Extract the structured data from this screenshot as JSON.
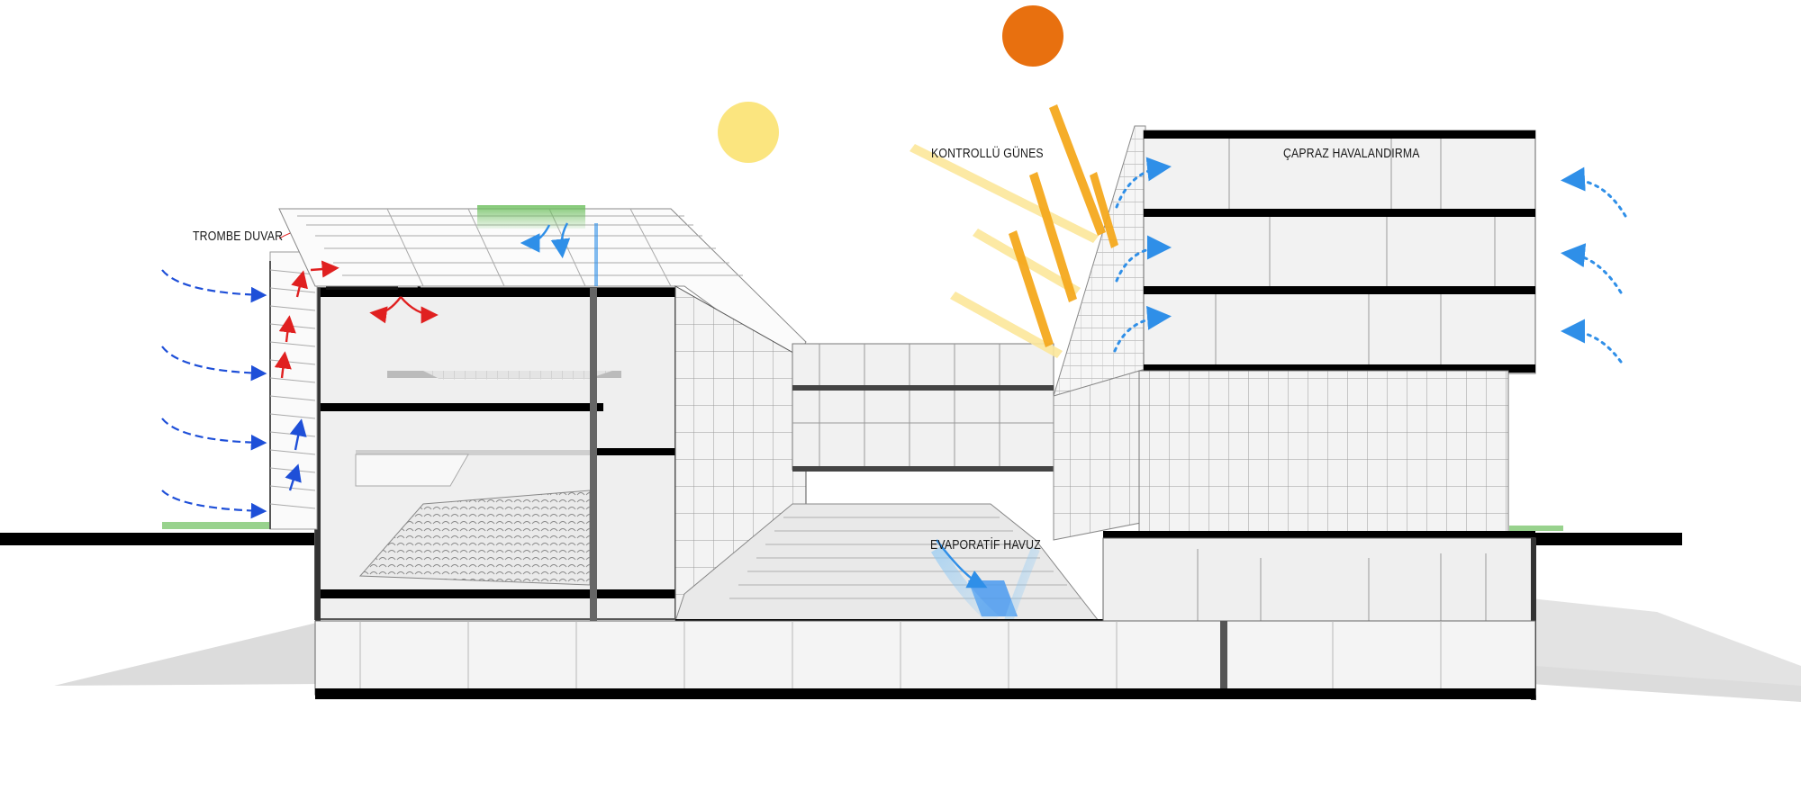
{
  "labels": {
    "trombe": "TROMBE DUVAR",
    "sun_control": "KONTROLLÜ GÜNES",
    "cross_vent": "ÇAPRAZ HAVALANDIRMA",
    "evap_pool": "EVAPORATİF HAVUZ"
  },
  "colors": {
    "sun_high": "#E8700F",
    "sun_low": "#FBE57F",
    "ray_strong": "#F4A91E",
    "ray_soft": "#FCE79A",
    "arrow_cold": "#1E4FD8",
    "arrow_warm": "#E02020",
    "arrow_air": "#2F8FE8",
    "water": "#8CC8F5",
    "green_roof": "#6CBF5C",
    "slab": "#000000",
    "ground_shadow": "#DCDCDC",
    "interior": "#EFEFEF"
  },
  "icons": [
    "sun-icon",
    "sun-ray-icon",
    "wind-arrow-icon",
    "warm-air-arrow-icon",
    "airflow-arrow-icon"
  ]
}
